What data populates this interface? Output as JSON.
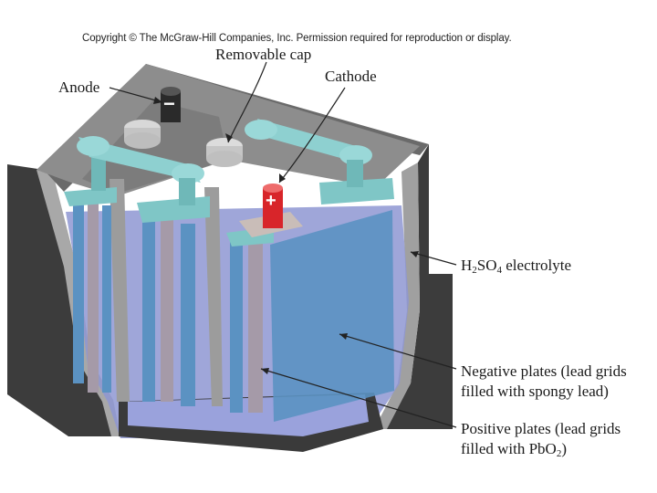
{
  "copyright": "Copyright © The McGraw-Hill Companies, Inc. Permission required for reproduction or display.",
  "labels": {
    "removable_cap": "Removable cap",
    "cathode": "Cathode",
    "anode": "Anode",
    "electrolyte_pre": "H",
    "electrolyte_sub1": "2",
    "electrolyte_mid": "SO",
    "electrolyte_sub2": "4",
    "electrolyte_post": " electrolyte",
    "negative_line1": "Negative plates (lead grids",
    "negative_line2": "filled with spongy lead)",
    "positive_line1": "Positive plates (lead grids",
    "positive_line2_pre": "filled with PbO",
    "positive_line2_sub": "2",
    "positive_line2_post": ")"
  },
  "terminals": {
    "anode_symbol": "−",
    "cathode_symbol": "+"
  },
  "colors": {
    "casing_dark": "#3a3a3a",
    "casing_edge": "#9a9a9a",
    "lid": "#8c8c8c",
    "electrolyte": "#8e96d2",
    "negative_plate": "#5b92c2",
    "positive_plate": "#a59aa8",
    "connector": "#7fc6c6",
    "cathode_red": "#d8252a"
  }
}
